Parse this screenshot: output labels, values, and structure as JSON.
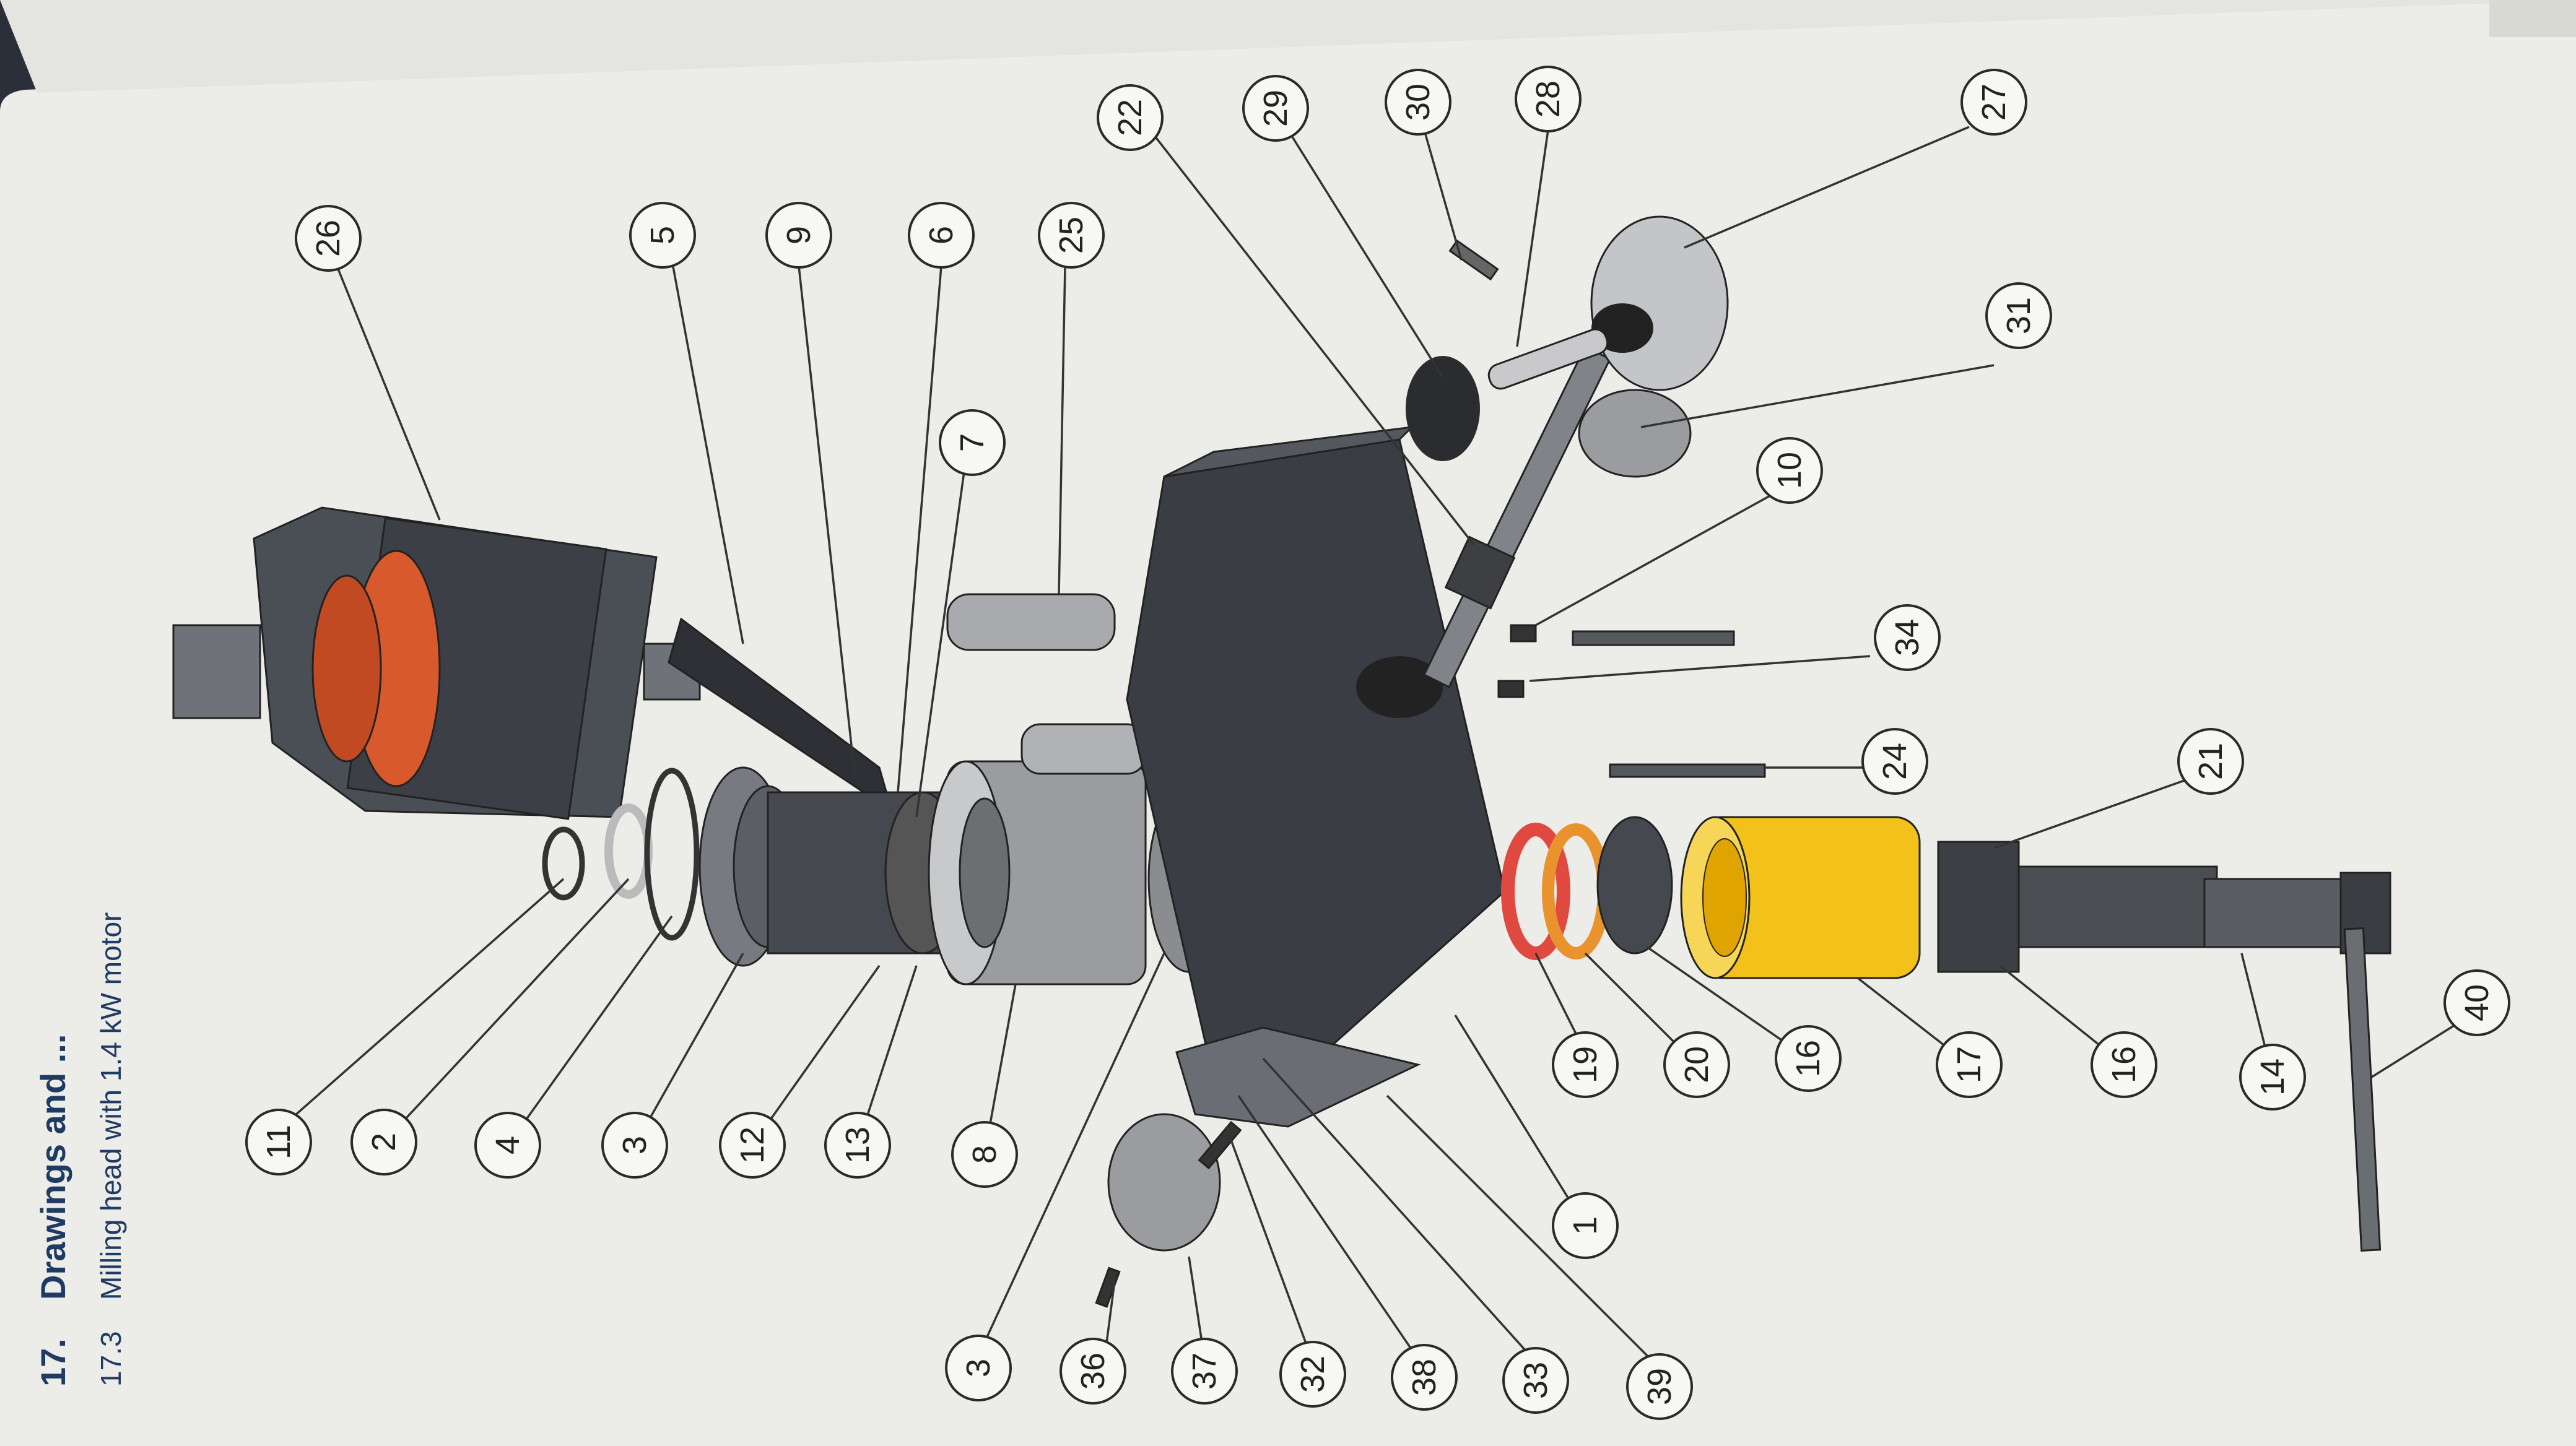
{
  "document": {
    "heading_number": "17.",
    "heading_text": "Drawings and ...",
    "subheading_number": "17.3",
    "subheading_text": "Milling head with 1.4 kW motor"
  },
  "callouts": [
    "1",
    "2",
    "3",
    "3",
    "4",
    "5",
    "6",
    "7",
    "8",
    "9",
    "10",
    "11",
    "12",
    "13",
    "14",
    "16",
    "16",
    "17",
    "19",
    "20",
    "21",
    "22",
    "24",
    "25",
    "26",
    "27",
    "28",
    "29",
    "30",
    "31",
    "32",
    "33",
    "34",
    "36",
    "37",
    "38",
    "39",
    "40"
  ],
  "colors": {
    "page": "#ecece8",
    "background": "#2a2f3a",
    "housing": "#3a3d44",
    "ring_red": "#e0493f",
    "ring_orange": "#e8932e",
    "sleeve_yellow": "#f2c21a",
    "steel": "#8a8c90",
    "motor_core": "#d85a2c"
  }
}
